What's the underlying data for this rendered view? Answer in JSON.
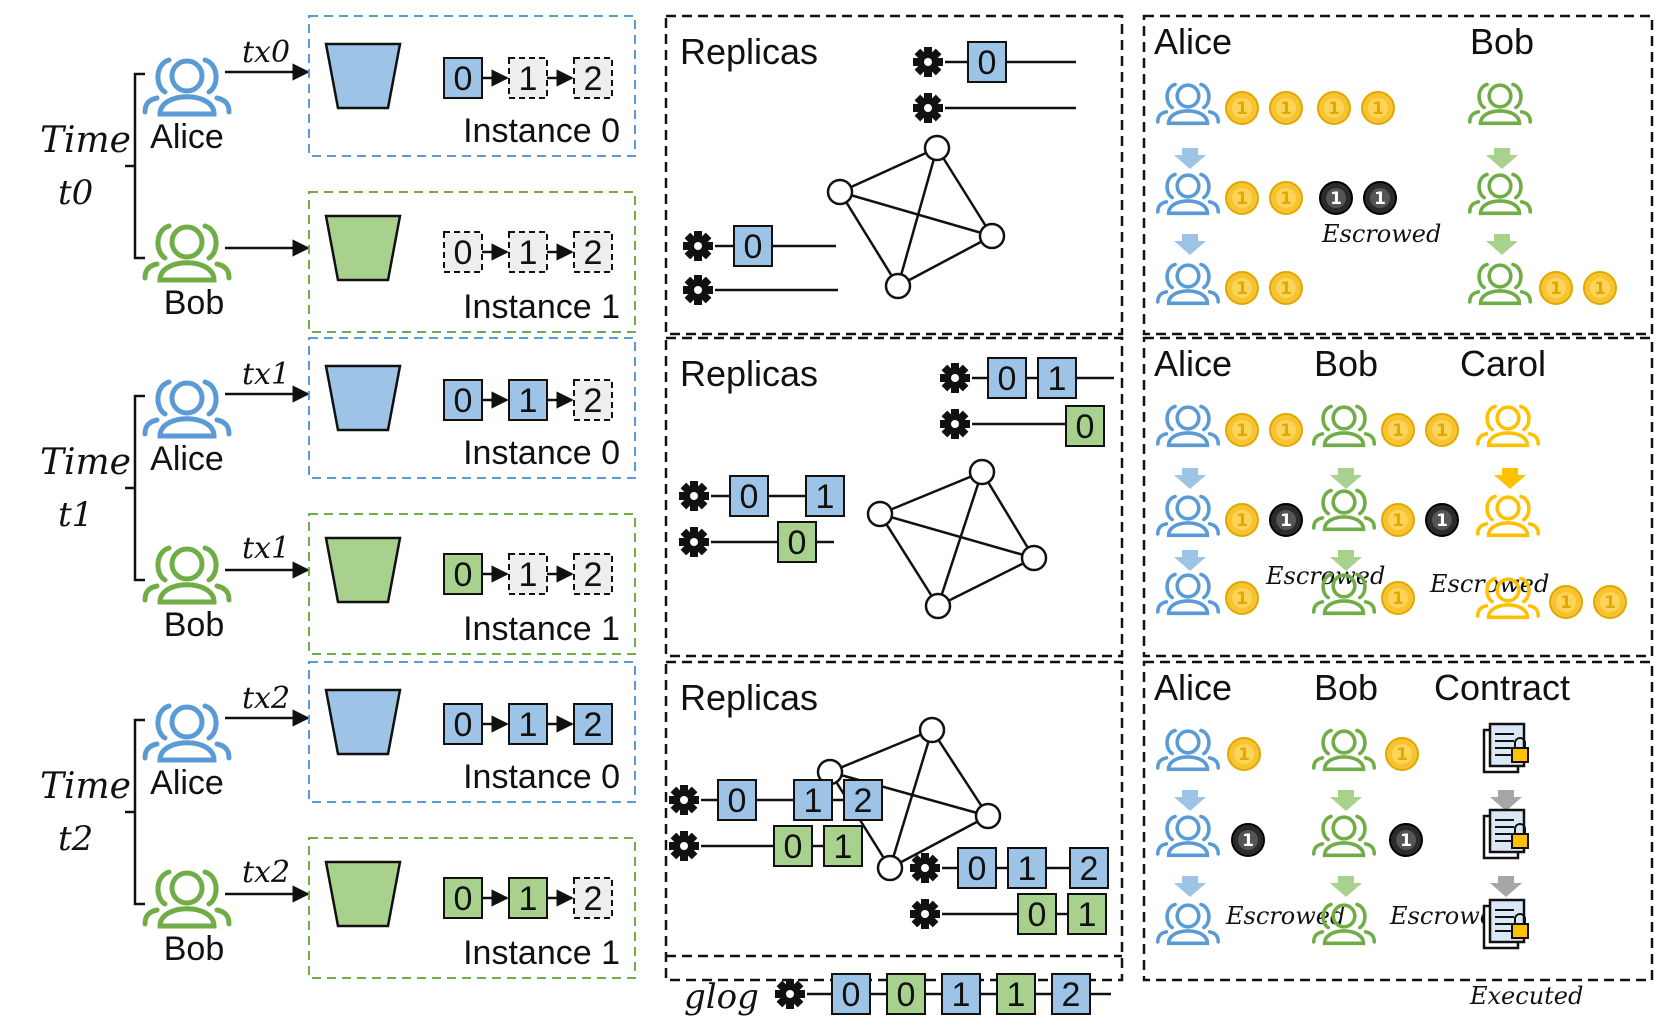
{
  "colors": {
    "alice": "#5b9bd5",
    "bob": "#70ad47",
    "carol": "#ffc000",
    "box_blue": "#9dc3e6",
    "box_green": "#a9d18e",
    "box_empty": "#eeeeee",
    "coin_gold": "#f7c331",
    "coin_dark": "#2b2b2b",
    "arrow_gray": "#a6a6a6"
  },
  "rows": [
    {
      "time_label": "Time",
      "time_value": "t0",
      "alice": {
        "name": "Alice",
        "tx": "tx0"
      },
      "bob": {
        "name": "Bob",
        "tx": ""
      },
      "instance0": {
        "label": "Instance 0",
        "slots": [
          "0",
          "1",
          "2"
        ],
        "state": [
          "blue",
          "empty",
          "empty"
        ]
      },
      "instance1": {
        "label": "Instance 1",
        "slots": [
          "0",
          "1",
          "2"
        ],
        "state": [
          "empty",
          "empty",
          "empty"
        ]
      },
      "replicas": {
        "title": "Replicas"
      },
      "ledger": {
        "headers": [
          "Alice",
          "Bob"
        ],
        "escrow_label": "Escrowed"
      }
    },
    {
      "time_label": "Time",
      "time_value": "t1",
      "alice": {
        "name": "Alice",
        "tx": "tx1"
      },
      "bob": {
        "name": "Bob",
        "tx": "tx1"
      },
      "instance0": {
        "label": "Instance 0",
        "slots": [
          "0",
          "1",
          "2"
        ],
        "state": [
          "blue",
          "blue",
          "empty"
        ]
      },
      "instance1": {
        "label": "Instance 1",
        "slots": [
          "0",
          "1",
          "2"
        ],
        "state": [
          "green",
          "empty",
          "empty"
        ]
      },
      "replicas": {
        "title": "Replicas"
      },
      "ledger": {
        "headers": [
          "Alice",
          "Bob",
          "Carol"
        ],
        "escrow_label": "Escrowed"
      }
    },
    {
      "time_label": "Time",
      "time_value": "t2",
      "alice": {
        "name": "Alice",
        "tx": "tx2"
      },
      "bob": {
        "name": "Bob",
        "tx": "tx2"
      },
      "instance0": {
        "label": "Instance 0",
        "slots": [
          "0",
          "1",
          "2"
        ],
        "state": [
          "blue",
          "blue",
          "blue"
        ]
      },
      "instance1": {
        "label": "Instance 1",
        "slots": [
          "0",
          "1",
          "2"
        ],
        "state": [
          "green",
          "green",
          "empty"
        ]
      },
      "replicas": {
        "title": "Replicas",
        "glog_label": "glog",
        "glog_slots": [
          "0",
          "0",
          "1",
          "1",
          "2"
        ]
      },
      "ledger": {
        "headers": [
          "Alice",
          "Bob",
          "Contract"
        ],
        "escrow_label": "Escrowed",
        "executed_label": "Executed"
      }
    }
  ],
  "coin_symbol": "1"
}
